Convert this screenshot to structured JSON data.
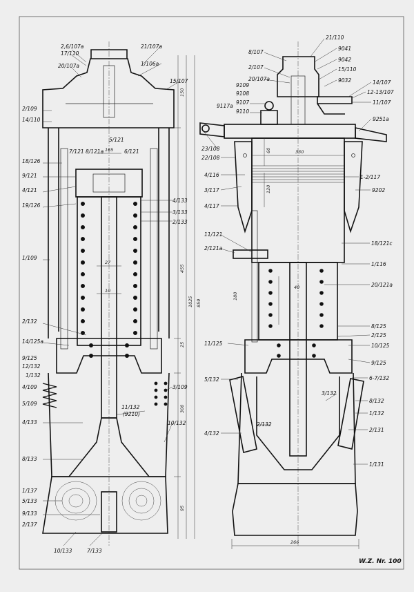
{
  "footer": {
    "drawing_number": "W.Z. Nr. 100"
  },
  "left_labels": [
    "2,6/107a",
    "17/110",
    "20/107a",
    "2/109",
    "14/110",
    "18/126",
    "9/121",
    "4/121",
    "19/126",
    "1/109",
    "2/132",
    "14/125a",
    "9/125",
    "12/132",
    "1/132",
    "4/109",
    "5/109",
    "4/133",
    "8/133",
    "1/137",
    "5/133",
    "9/133",
    "2/137",
    "10/133",
    "7/133",
    "7/121",
    "8/121a",
    "5/121",
    "6/121",
    "21/107a",
    "1/106a",
    "15/107",
    "4/133",
    "3/133",
    "2/133",
    "11/132",
    "(9210)",
    "3/109",
    "10/132"
  ],
  "right_labels": [
    "8/107",
    "2/107",
    "20/107a",
    "9109",
    "9108",
    "9117a",
    "9107",
    "9110",
    "23/108",
    "22/108",
    "4/116",
    "3/117",
    "4/117",
    "11/121",
    "2/121a",
    "11/125",
    "5/132",
    "4/132",
    "21/110",
    "9041",
    "9042",
    "15/110",
    "9032",
    "14/107",
    "12-13/107",
    "11/107",
    "9251a",
    "1-2/117",
    "9202",
    "18/121c",
    "1/116",
    "20/121a",
    "8/125",
    "2/125",
    "10/125",
    "9/125",
    "6-7/132",
    "3/132",
    "8/132",
    "1/132",
    "2/132",
    "2/131",
    "1/131"
  ],
  "dimensions": [
    "165",
    "27",
    "10",
    "150",
    "455",
    "25",
    "300",
    "95",
    "1025",
    "859",
    "330",
    "60",
    "120",
    "40",
    "180",
    "266"
  ]
}
